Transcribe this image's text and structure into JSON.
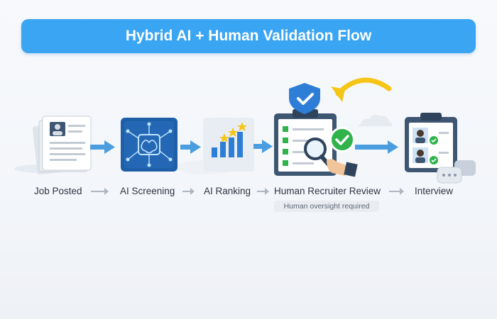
{
  "header": {
    "title": "Hybrid AI + Human Validation Flow"
  },
  "steps": [
    {
      "label": "Job Posted",
      "icon": "document-icon"
    },
    {
      "label": "AI Screening",
      "icon": "ai-chip-icon"
    },
    {
      "label": "AI Ranking",
      "icon": "bar-chart-stars-icon"
    },
    {
      "label": "Human Recruiter Review",
      "icon": "clipboard-checklist-icon"
    },
    {
      "label": "Interview",
      "icon": "clipboard-candidates-icon"
    }
  ],
  "review_note": "Human oversight required",
  "colors": {
    "accent": "#3aa5f2",
    "chip_blue": "#1f5fa8",
    "check_green": "#2fb34a",
    "star_yellow": "#f5c518",
    "arrow_blue": "#4a9ee0"
  }
}
